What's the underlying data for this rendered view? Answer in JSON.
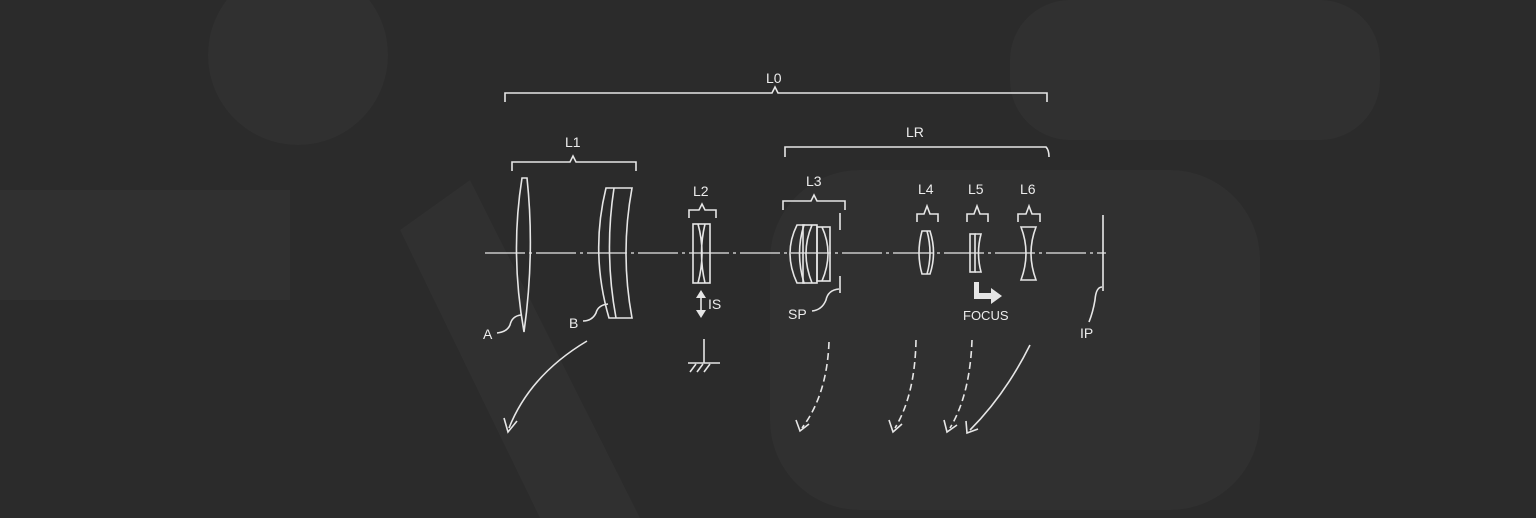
{
  "labels": {
    "L0": "L0",
    "L1": "L1",
    "LR": "LR",
    "L2": "L2",
    "L3": "L3",
    "L4": "L4",
    "L5": "L5",
    "L6": "L6",
    "A": "A",
    "B": "B",
    "IS": "IS",
    "SP": "SP",
    "FOCUS": "FOCUS",
    "IP": "IP"
  },
  "colors": {
    "background": "#2b2b2b",
    "line": "#e6e6e6"
  }
}
